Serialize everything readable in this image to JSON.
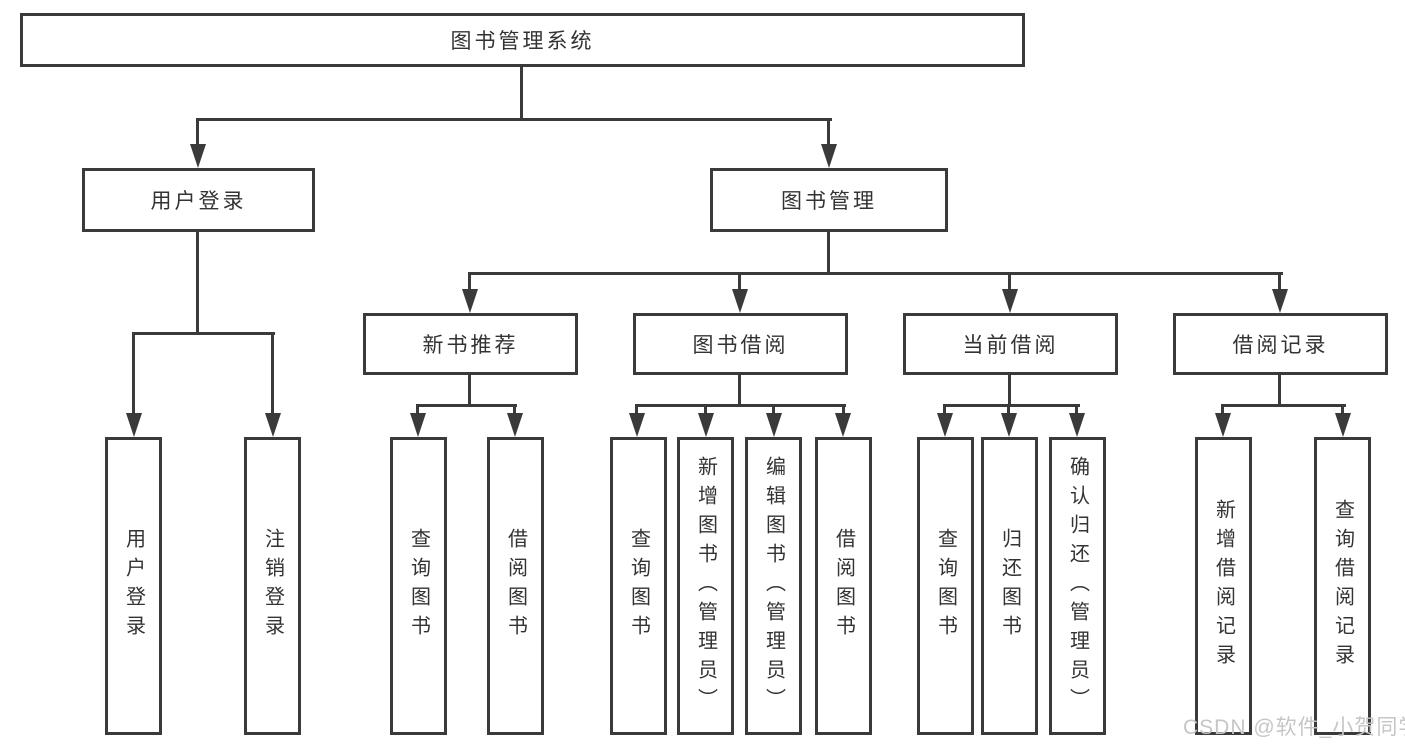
{
  "diagram_title": "图书管理系统",
  "tree": {
    "label": "图书管理系统",
    "children": [
      {
        "label": "用户登录",
        "children": [
          {
            "label": "用户登录"
          },
          {
            "label": "注销登录"
          }
        ]
      },
      {
        "label": "图书管理",
        "children": [
          {
            "label": "新书推荐",
            "children": [
              {
                "label": "查询图书"
              },
              {
                "label": "借阅图书"
              }
            ]
          },
          {
            "label": "图书借阅",
            "children": [
              {
                "label": "查询图书"
              },
              {
                "label": "新增图书（管理员）"
              },
              {
                "label": "编辑图书（管理员）"
              },
              {
                "label": "借阅图书"
              }
            ]
          },
          {
            "label": "当前借阅",
            "children": [
              {
                "label": "查询图书"
              },
              {
                "label": "归还图书"
              },
              {
                "label": "确认归还（管理员）"
              }
            ]
          },
          {
            "label": "借阅记录",
            "children": [
              {
                "label": "新增借阅记录"
              },
              {
                "label": "查询借阅记录"
              }
            ]
          }
        ]
      }
    ]
  },
  "watermark": {
    "text": "CSDN @软件_小贺同学"
  },
  "colors": {
    "line": "#3a3a3a",
    "text": "#333333",
    "watermark": "#c6c6c6",
    "background": "#ffffff"
  }
}
